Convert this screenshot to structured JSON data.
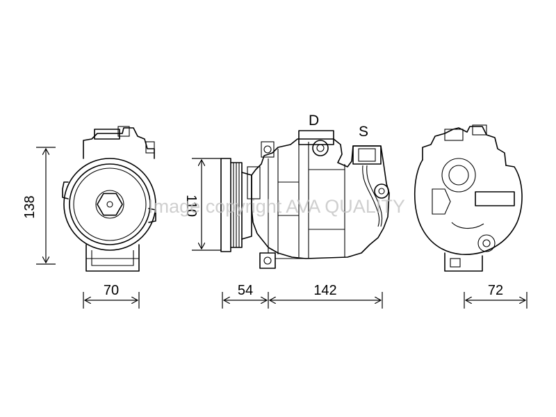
{
  "watermark": "Image copyright AVA QUALITY",
  "ports": {
    "discharge": "D",
    "suction": "S"
  },
  "dimensions": {
    "height": "138",
    "pulley_diameter": "110",
    "front_width": "70",
    "clutch_length": "54",
    "body_length": "142",
    "rear_width": "72"
  },
  "colors": {
    "line": "#000000",
    "watermark": "#bfbfbf",
    "background": "#ffffff"
  }
}
